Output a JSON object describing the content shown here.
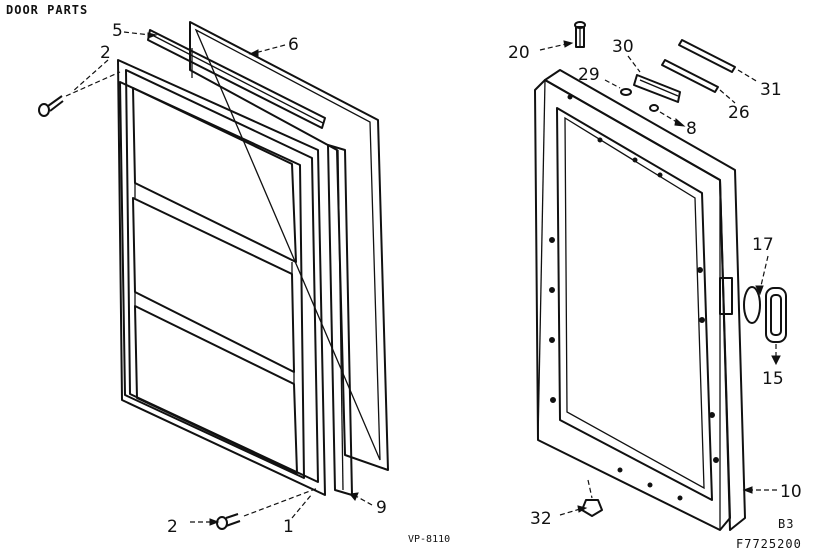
{
  "title": "DOOR PARTS",
  "drawing_code": "VP-8110",
  "section_code": "B3",
  "figure_number": "F7725200",
  "callouts": {
    "c1": "1",
    "c2_top": "2",
    "c2_bottom": "2",
    "c5": "5",
    "c6": "6",
    "c8": "8",
    "c9": "9",
    "c10": "10",
    "c15": "15",
    "c17": "17",
    "c20": "20",
    "c26": "26",
    "c29": "29",
    "c30": "30",
    "c31": "31",
    "c32": "32"
  }
}
